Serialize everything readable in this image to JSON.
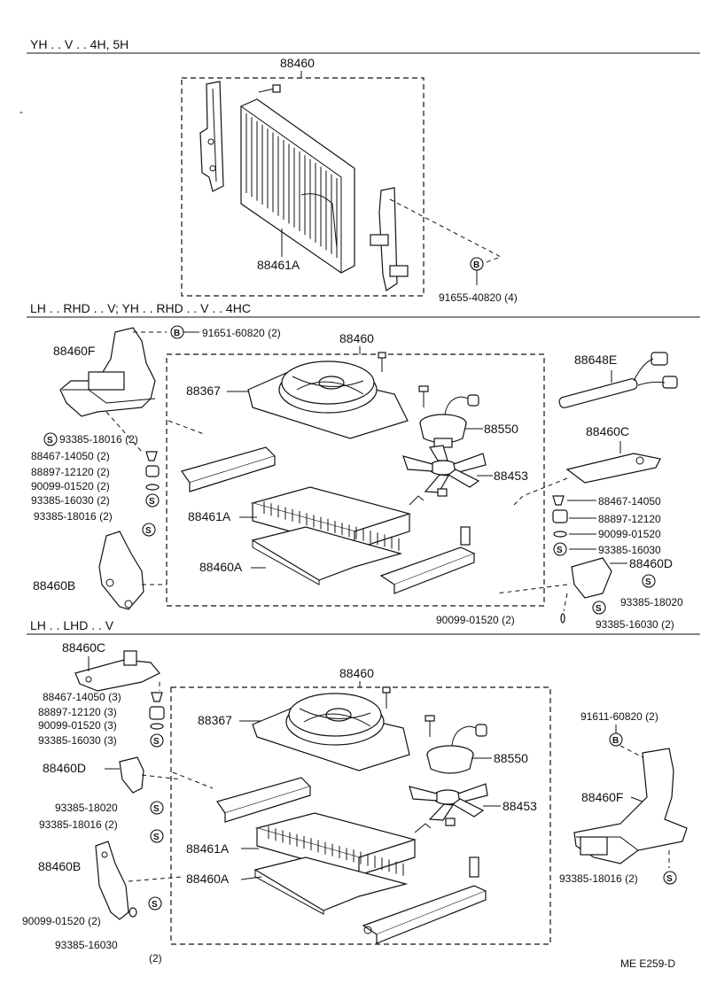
{
  "sections": [
    {
      "header": "YH . . V . . 4H, 5H"
    },
    {
      "header": "LH . . RHD . . V; YH . . RHD . . V . . 4HC"
    },
    {
      "header": "LH . . LHD . . V"
    }
  ],
  "s1": {
    "assy": "88460",
    "condenser": "88461A",
    "bolt": "91655-40820 (4)",
    "bolt_mark": "B"
  },
  "s2": {
    "assy": "88460",
    "bracket_f": "88460F",
    "bolt_top": "91651-60820 (2)",
    "bolt_mark": "B",
    "screw_mark": "S",
    "shroud": "88367",
    "sensor": "88648E",
    "motor": "88550",
    "fan": "88453",
    "bracket_c": "88460C",
    "condenser": "88461A",
    "bracket_a": "88460A",
    "bracket_b": "88460B",
    "bracket_d": "88460D",
    "left_parts": [
      {
        "no": "93385-18016 (2)",
        "mark": "S"
      },
      {
        "no": "88467-14050 (2)"
      },
      {
        "no": "88897-12120 (2)"
      },
      {
        "no": "90099-01520 (2)"
      },
      {
        "no": "93385-16030 (2)",
        "mark": "S"
      },
      {
        "no": "93385-18016 (2)",
        "mark": "S"
      }
    ],
    "right_parts": [
      {
        "no": "88467-14050"
      },
      {
        "no": "88897-12120"
      },
      {
        "no": "90099-01520"
      },
      {
        "no": "93385-16030",
        "mark": "S"
      },
      {
        "no": "93385-18020",
        "mark": "S"
      },
      {
        "no": "93385-16030 (2)",
        "mark": "S"
      }
    ],
    "washer_bottom": "90099-01520 (2)"
  },
  "s3": {
    "assy": "88460",
    "bracket_c": "88460C",
    "left_parts": [
      {
        "no": "88467-14050 (3)"
      },
      {
        "no": "88897-12120 (3)"
      },
      {
        "no": "90099-01520 (3)"
      },
      {
        "no": "93385-16030 (3)",
        "mark": "S"
      }
    ],
    "bracket_d": "88460D",
    "screw_d": "93385-18020",
    "screw_b_top": "93385-18016 (2)",
    "bracket_b": "88460B",
    "washer_b": "90099-01520 (2)",
    "screw_b_bottom": "93385-16030",
    "screw_b_bottom_qty": "(2)",
    "shroud": "88367",
    "motor": "88550",
    "fan": "88453",
    "condenser": "88461A",
    "bracket_a": "88460A",
    "bolt_right": "91611-60820 (2)",
    "bolt_mark": "B",
    "bracket_f": "88460F",
    "screw_f": "93385-18016 (2)",
    "screw_mark": "S"
  },
  "footer": "ME  E259-D"
}
